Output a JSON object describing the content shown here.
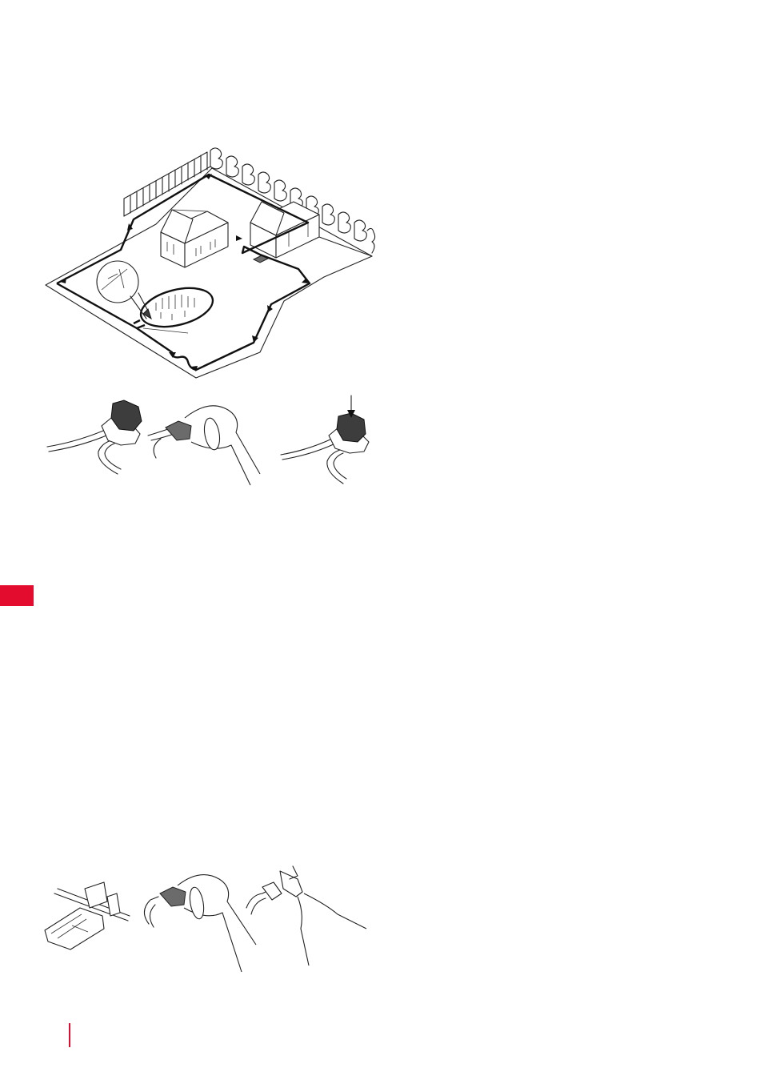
{
  "page": {
    "accent_color": "#e30c2e",
    "line_color": "#222222",
    "background": "#ffffff"
  },
  "figures": [
    {
      "id": "garden-layout",
      "icon": "garden-boundary-wire-icon"
    },
    {
      "id": "connector-press-sequence",
      "icon": "wire-connector-icon"
    },
    {
      "id": "splice-sequence",
      "icon": "pliers-icon"
    }
  ]
}
